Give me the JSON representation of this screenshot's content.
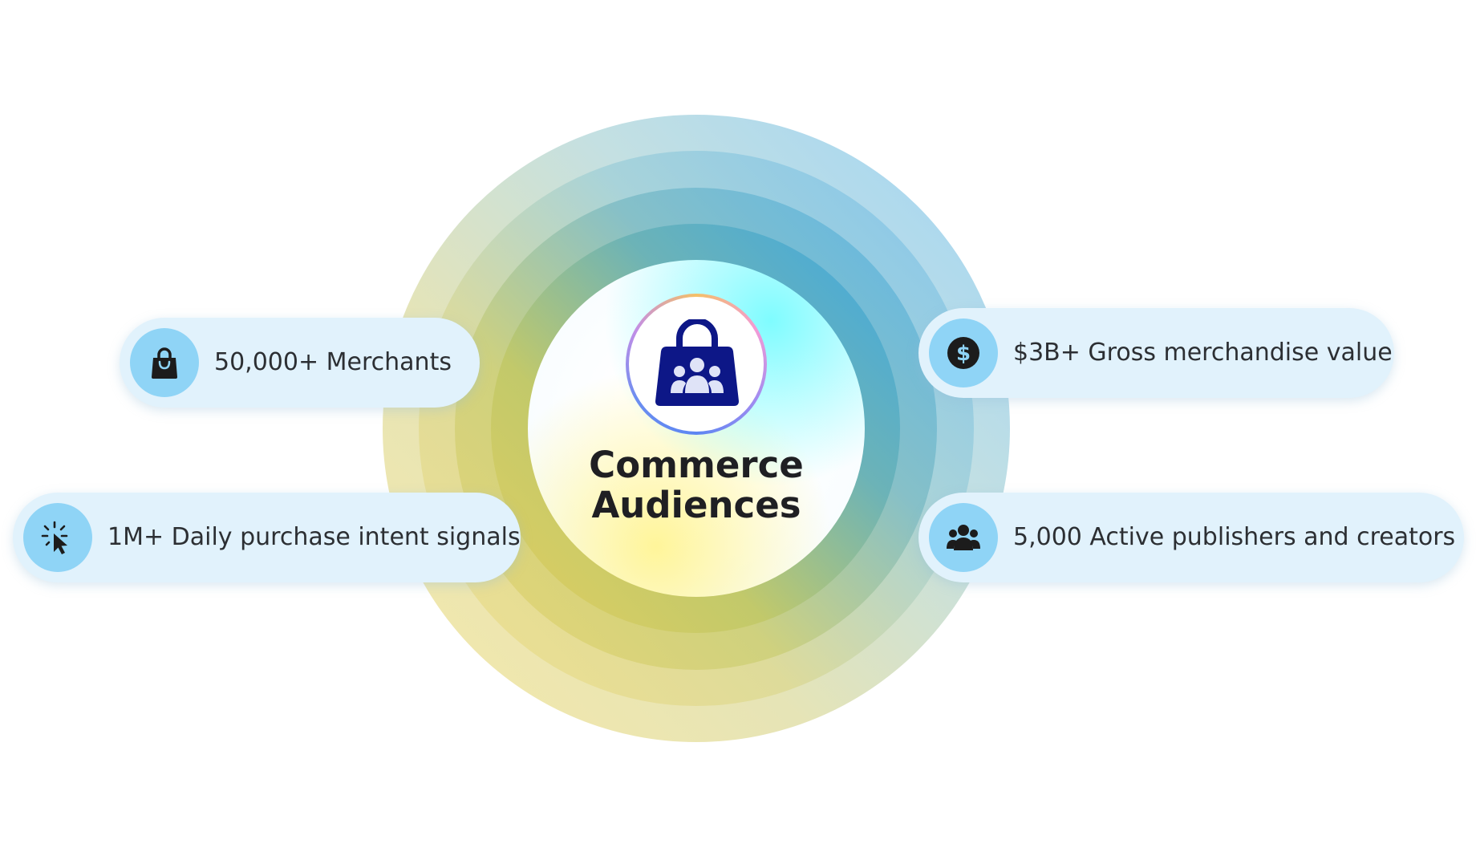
{
  "center": {
    "title_line1": "Commerce",
    "title_line2": "Audiences",
    "logo_icon": "shopping-bag-people-icon"
  },
  "stats": {
    "merchants": {
      "label": "50,000+ Merchants",
      "icon": "shopping-bag-icon"
    },
    "signals": {
      "label": "1M+ Daily purchase intent signals",
      "icon": "cursor-click-icon"
    },
    "gmv": {
      "label": "$3B+ Gross merchandise value",
      "icon": "dollar-circle-icon"
    },
    "publishers": {
      "label": "5,000 Active publishers and creators",
      "icon": "people-group-icon"
    }
  },
  "colors": {
    "pill_background": "#e1f2fc",
    "icon_circle": "#8fd4f6",
    "logo_navy": "#0d1787",
    "text_dark": "#1f1f23"
  }
}
